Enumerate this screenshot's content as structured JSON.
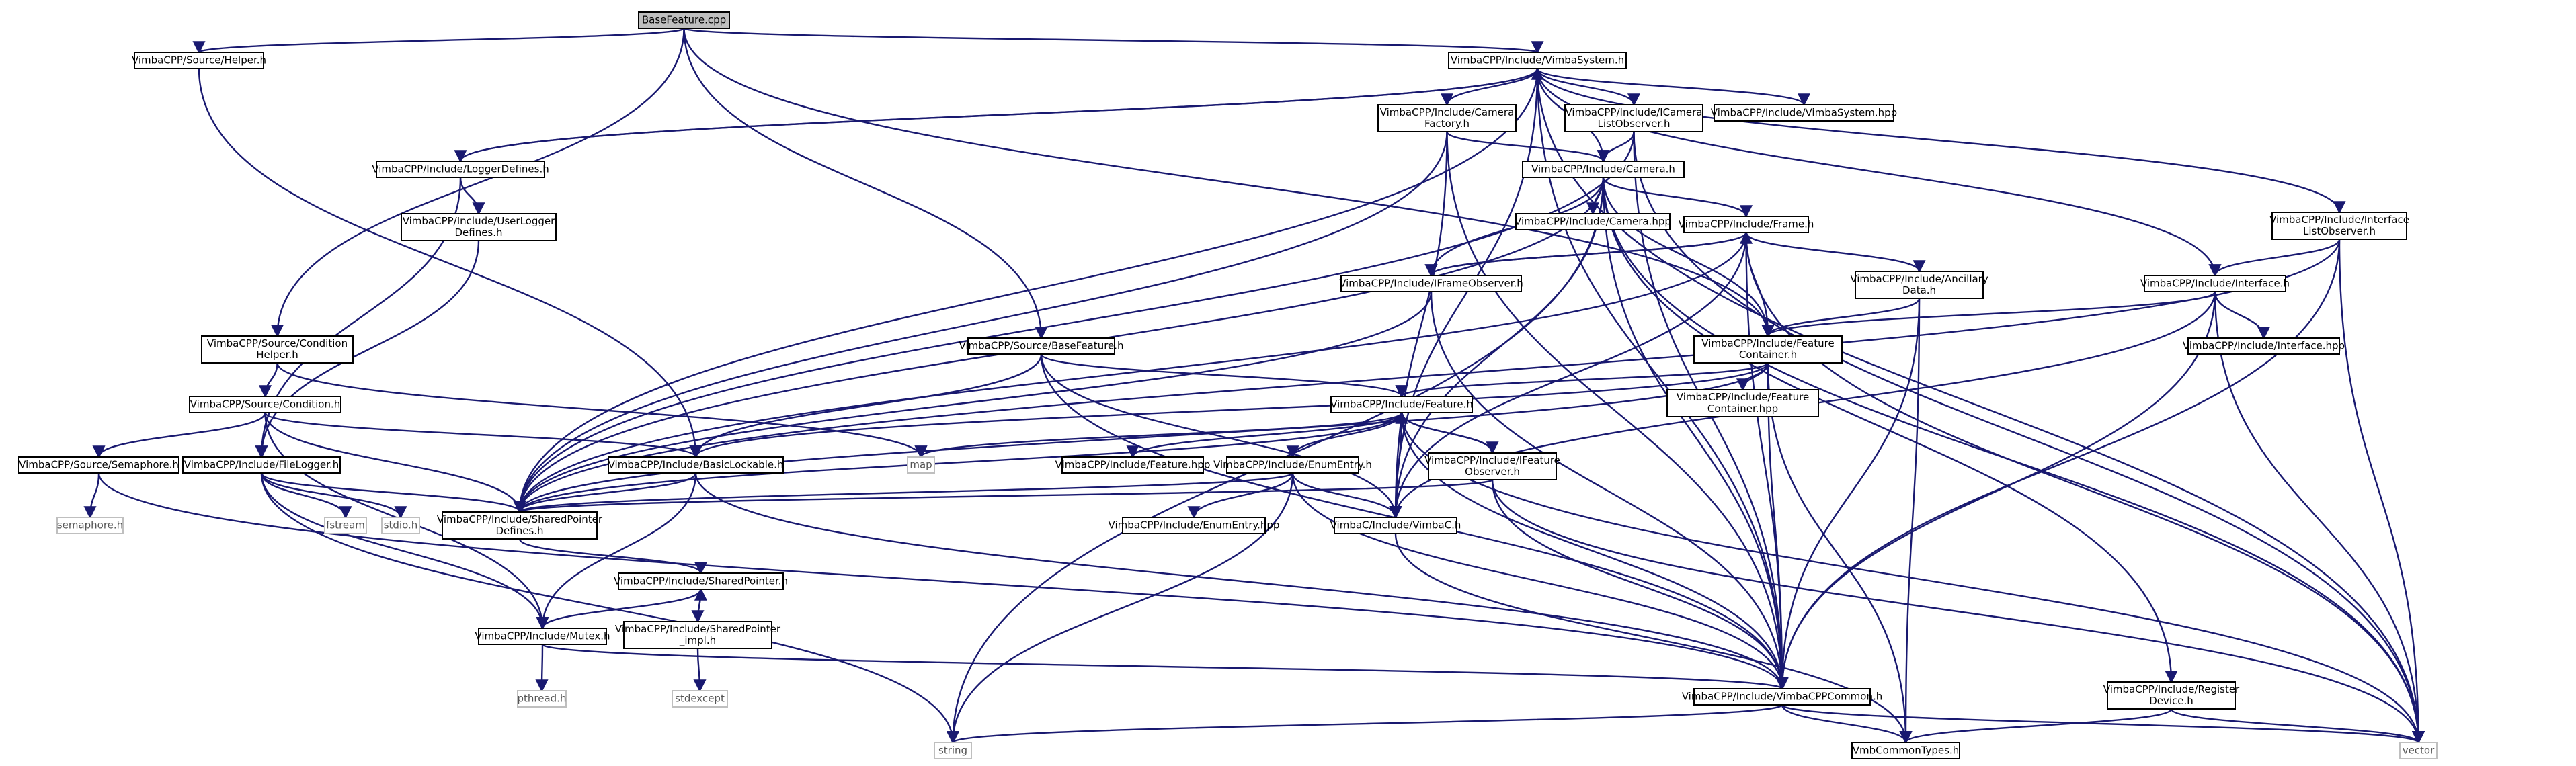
{
  "diagram": {
    "nodes": [
      {
        "id": "n0",
        "lines": [
          "BaseFeature.cpp"
        ],
        "kind": "root"
      },
      {
        "id": "n1",
        "lines": [
          "VimbaCPP/Source/Helper.h"
        ],
        "kind": "file"
      },
      {
        "id": "n2",
        "lines": [
          "VimbaCPP/Include/VimbaSystem.h"
        ],
        "kind": "file"
      },
      {
        "id": "n3",
        "lines": [
          "VimbaCPP/Include/Camera",
          "Factory.h"
        ],
        "kind": "file"
      },
      {
        "id": "n4",
        "lines": [
          "VimbaCPP/Include/ICamera",
          "ListObserver.h"
        ],
        "kind": "file"
      },
      {
        "id": "n5",
        "lines": [
          "VimbaCPP/Include/VimbaSystem.hpp"
        ],
        "kind": "file"
      },
      {
        "id": "n6",
        "lines": [
          "VimbaCPP/Include/LoggerDefines.h"
        ],
        "kind": "file"
      },
      {
        "id": "n7",
        "lines": [
          "VimbaCPP/Include/Camera.h"
        ],
        "kind": "file"
      },
      {
        "id": "n8",
        "lines": [
          "VimbaCPP/Include/UserLogger",
          "Defines.h"
        ],
        "kind": "file"
      },
      {
        "id": "n9",
        "lines": [
          "VimbaCPP/Include/Camera.hpp"
        ],
        "kind": "file"
      },
      {
        "id": "n10",
        "lines": [
          "VimbaCPP/Include/Frame.h"
        ],
        "kind": "file"
      },
      {
        "id": "n11",
        "lines": [
          "VimbaCPP/Include/Interface",
          "ListObserver.h"
        ],
        "kind": "file"
      },
      {
        "id": "n12",
        "lines": [
          "VimbaCPP/Include/IFrameObserver.h"
        ],
        "kind": "file"
      },
      {
        "id": "n13",
        "lines": [
          "VimbaCPP/Include/Ancillary",
          "Data.h"
        ],
        "kind": "file"
      },
      {
        "id": "n14",
        "lines": [
          "VimbaCPP/Include/Interface.h"
        ],
        "kind": "file"
      },
      {
        "id": "n15",
        "lines": [
          "VimbaCPP/Source/Condition",
          "Helper.h"
        ],
        "kind": "file"
      },
      {
        "id": "n16",
        "lines": [
          "VimbaCPP/Source/BaseFeature.h"
        ],
        "kind": "file"
      },
      {
        "id": "n17",
        "lines": [
          "VimbaCPP/Include/Feature",
          "Container.h"
        ],
        "kind": "file"
      },
      {
        "id": "n18",
        "lines": [
          "VimbaCPP/Include/Interface.hpp"
        ],
        "kind": "file"
      },
      {
        "id": "n19",
        "lines": [
          "VimbaCPP/Source/Condition.h"
        ],
        "kind": "file"
      },
      {
        "id": "n20",
        "lines": [
          "VimbaCPP/Include/Feature.h"
        ],
        "kind": "file"
      },
      {
        "id": "n21",
        "lines": [
          "VimbaCPP/Include/Feature",
          "Container.hpp"
        ],
        "kind": "file"
      },
      {
        "id": "n22",
        "lines": [
          "VimbaCPP/Source/Semaphore.h"
        ],
        "kind": "file"
      },
      {
        "id": "n23",
        "lines": [
          "VimbaCPP/Include/FileLogger.h"
        ],
        "kind": "file"
      },
      {
        "id": "n24",
        "lines": [
          "VimbaCPP/Include/BasicLockable.h"
        ],
        "kind": "file"
      },
      {
        "id": "n25",
        "lines": [
          "map"
        ],
        "kind": "ext"
      },
      {
        "id": "n26",
        "lines": [
          "VimbaCPP/Include/Feature.hpp"
        ],
        "kind": "file"
      },
      {
        "id": "n27",
        "lines": [
          "VimbaCPP/Include/EnumEntry.h"
        ],
        "kind": "file"
      },
      {
        "id": "n28",
        "lines": [
          "VimbaCPP/Include/IFeature",
          "Observer.h"
        ],
        "kind": "file"
      },
      {
        "id": "n29",
        "lines": [
          "semaphore.h"
        ],
        "kind": "ext"
      },
      {
        "id": "n30",
        "lines": [
          "fstream"
        ],
        "kind": "ext"
      },
      {
        "id": "n31",
        "lines": [
          "stdio.h"
        ],
        "kind": "ext"
      },
      {
        "id": "n32",
        "lines": [
          "VimbaCPP/Include/SharedPointer",
          "Defines.h"
        ],
        "kind": "file"
      },
      {
        "id": "n33",
        "lines": [
          "VimbaCPP/Include/EnumEntry.hpp"
        ],
        "kind": "file"
      },
      {
        "id": "n34",
        "lines": [
          "VimbaC/Include/VimbaC.h"
        ],
        "kind": "file"
      },
      {
        "id": "n35",
        "lines": [
          "VimbaCPP/Include/SharedPointer.h"
        ],
        "kind": "file"
      },
      {
        "id": "n36",
        "lines": [
          "VimbaCPP/Include/Mutex.h"
        ],
        "kind": "file"
      },
      {
        "id": "n37",
        "lines": [
          "VimbaCPP/Include/SharedPointer",
          "_impl.h"
        ],
        "kind": "file"
      },
      {
        "id": "n38",
        "lines": [
          "pthread.h"
        ],
        "kind": "ext"
      },
      {
        "id": "n39",
        "lines": [
          "stdexcept"
        ],
        "kind": "ext"
      },
      {
        "id": "n40",
        "lines": [
          "VimbaCPP/Include/VimbaCPPCommon.h"
        ],
        "kind": "file"
      },
      {
        "id": "n41",
        "lines": [
          "VimbaCPP/Include/Register",
          "Device.h"
        ],
        "kind": "file"
      },
      {
        "id": "n42",
        "lines": [
          "string"
        ],
        "kind": "ext"
      },
      {
        "id": "n43",
        "lines": [
          "VmbCommonTypes.h"
        ],
        "kind": "file"
      },
      {
        "id": "n44",
        "lines": [
          "vector"
        ],
        "kind": "ext"
      }
    ],
    "edges": [
      [
        "n0",
        "n1"
      ],
      [
        "n0",
        "n2"
      ],
      [
        "n0",
        "n15"
      ],
      [
        "n0",
        "n16"
      ],
      [
        "n0",
        "n17"
      ],
      [
        "n1",
        "n24"
      ],
      [
        "n2",
        "n3"
      ],
      [
        "n2",
        "n4"
      ],
      [
        "n2",
        "n5"
      ],
      [
        "n2",
        "n6"
      ],
      [
        "n2",
        "n7"
      ],
      [
        "n2",
        "n11"
      ],
      [
        "n2",
        "n14"
      ],
      [
        "n2",
        "n32"
      ],
      [
        "n2",
        "n40"
      ],
      [
        "n2",
        "n44"
      ],
      [
        "n2",
        "n34"
      ],
      [
        "n3",
        "n7"
      ],
      [
        "n3",
        "n32"
      ],
      [
        "n3",
        "n40"
      ],
      [
        "n3",
        "n34"
      ],
      [
        "n4",
        "n7"
      ],
      [
        "n4",
        "n32"
      ],
      [
        "n4",
        "n40"
      ],
      [
        "n4",
        "n44"
      ],
      [
        "n6",
        "n2"
      ],
      [
        "n6",
        "n8"
      ],
      [
        "n6",
        "n23"
      ],
      [
        "n7",
        "n9"
      ],
      [
        "n7",
        "n10"
      ],
      [
        "n7",
        "n12"
      ],
      [
        "n7",
        "n17"
      ],
      [
        "n7",
        "n32"
      ],
      [
        "n7",
        "n40"
      ],
      [
        "n7",
        "n41"
      ],
      [
        "n7",
        "n42"
      ],
      [
        "n7",
        "n44"
      ],
      [
        "n7",
        "n34"
      ],
      [
        "n8",
        "n23"
      ],
      [
        "n10",
        "n12"
      ],
      [
        "n10",
        "n13"
      ],
      [
        "n10",
        "n17"
      ],
      [
        "n10",
        "n32"
      ],
      [
        "n10",
        "n40"
      ],
      [
        "n10",
        "n44"
      ],
      [
        "n10",
        "n34"
      ],
      [
        "n11",
        "n14"
      ],
      [
        "n11",
        "n32"
      ],
      [
        "n11",
        "n40"
      ],
      [
        "n11",
        "n44"
      ],
      [
        "n12",
        "n10"
      ],
      [
        "n12",
        "n32"
      ],
      [
        "n12",
        "n40"
      ],
      [
        "n13",
        "n17"
      ],
      [
        "n13",
        "n40"
      ],
      [
        "n13",
        "n43"
      ],
      [
        "n14",
        "n17"
      ],
      [
        "n14",
        "n18"
      ],
      [
        "n14",
        "n40"
      ],
      [
        "n14",
        "n44"
      ],
      [
        "n14",
        "n34"
      ],
      [
        "n15",
        "n19"
      ],
      [
        "n15",
        "n25"
      ],
      [
        "n16",
        "n20"
      ],
      [
        "n16",
        "n24"
      ],
      [
        "n16",
        "n40"
      ],
      [
        "n16",
        "n34"
      ],
      [
        "n17",
        "n20"
      ],
      [
        "n17",
        "n21"
      ],
      [
        "n17",
        "n32"
      ],
      [
        "n17",
        "n40"
      ],
      [
        "n17",
        "n43"
      ],
      [
        "n17",
        "n24"
      ],
      [
        "n19",
        "n22"
      ],
      [
        "n19",
        "n24"
      ],
      [
        "n19",
        "n32"
      ],
      [
        "n19",
        "n36"
      ],
      [
        "n20",
        "n25"
      ],
      [
        "n20",
        "n26"
      ],
      [
        "n20",
        "n27"
      ],
      [
        "n20",
        "n28"
      ],
      [
        "n20",
        "n32"
      ],
      [
        "n20",
        "n40"
      ],
      [
        "n20",
        "n44"
      ],
      [
        "n20",
        "n34"
      ],
      [
        "n22",
        "n29"
      ],
      [
        "n22",
        "n40"
      ],
      [
        "n23",
        "n30"
      ],
      [
        "n23",
        "n31"
      ],
      [
        "n23",
        "n32"
      ],
      [
        "n23",
        "n36"
      ],
      [
        "n23",
        "n42"
      ],
      [
        "n24",
        "n32"
      ],
      [
        "n24",
        "n36"
      ],
      [
        "n24",
        "n40"
      ],
      [
        "n27",
        "n33"
      ],
      [
        "n27",
        "n32"
      ],
      [
        "n27",
        "n40"
      ],
      [
        "n27",
        "n42"
      ],
      [
        "n27",
        "n34"
      ],
      [
        "n28",
        "n20"
      ],
      [
        "n28",
        "n32"
      ],
      [
        "n28",
        "n40"
      ],
      [
        "n28",
        "n44"
      ],
      [
        "n32",
        "n35"
      ],
      [
        "n34",
        "n43"
      ],
      [
        "n35",
        "n36"
      ],
      [
        "n35",
        "n37"
      ],
      [
        "n36",
        "n38"
      ],
      [
        "n36",
        "n40"
      ],
      [
        "n37",
        "n35"
      ],
      [
        "n37",
        "n39"
      ],
      [
        "n40",
        "n42"
      ],
      [
        "n40",
        "n43"
      ],
      [
        "n40",
        "n44"
      ],
      [
        "n41",
        "n43"
      ],
      [
        "n41",
        "n44"
      ]
    ]
  }
}
